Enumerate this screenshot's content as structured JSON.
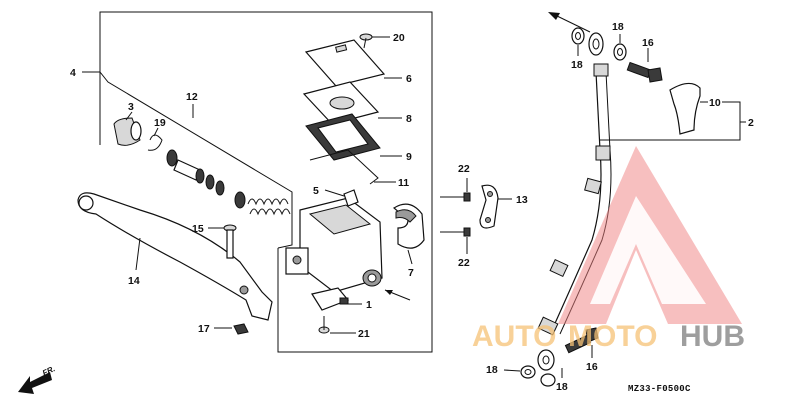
{
  "diagram": {
    "drawing_code": "MZ33-F0500C",
    "direction_label": "FR.",
    "watermark": {
      "part1": "AUTO",
      "part2": "MOTO",
      "part3": "HUB"
    },
    "callouts": {
      "c1": "1",
      "c2": "2",
      "c3": "3",
      "c4": "4",
      "c5": "5",
      "c6": "6",
      "c7": "7",
      "c8": "8",
      "c9": "9",
      "c10": "10",
      "c11": "11",
      "c12": "12",
      "c13": "13",
      "c14": "14",
      "c15": "15",
      "c16a": "16",
      "c16b": "16",
      "c17": "17",
      "c18a": "18",
      "c18b": "18",
      "c18c": "18",
      "c18d": "18",
      "c19": "19",
      "c20": "20",
      "c21": "21",
      "c22a": "22",
      "c22b": "22"
    }
  }
}
